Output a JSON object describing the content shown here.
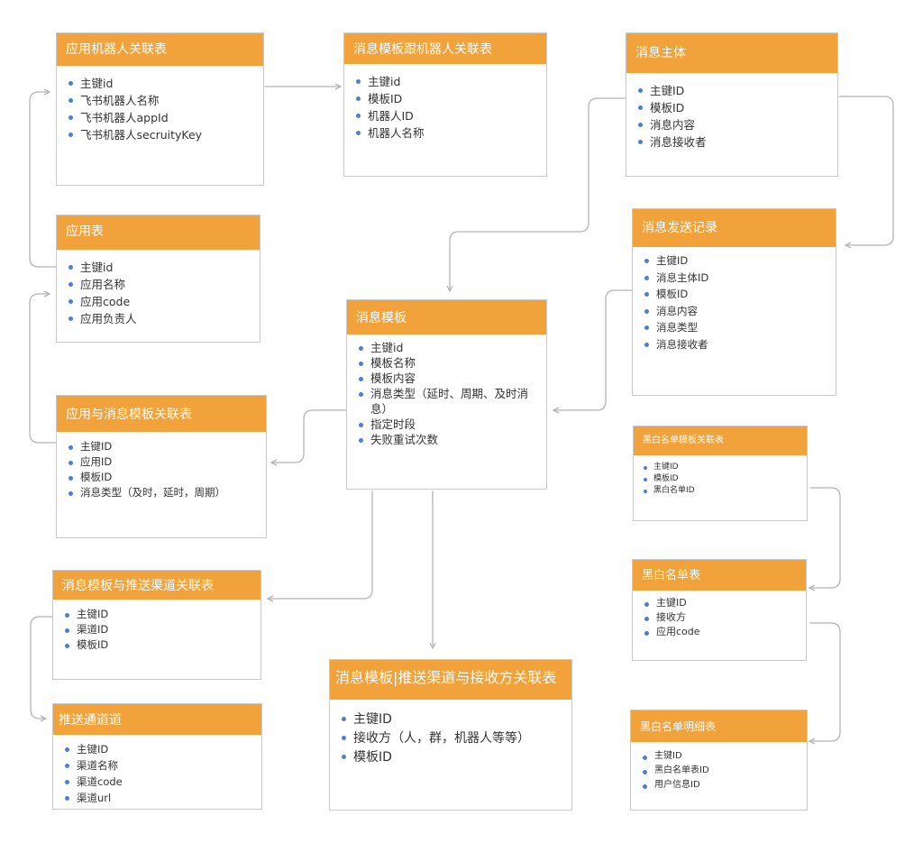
{
  "colors": {
    "header": "#f2a23a",
    "bullet": "#4a7fd4",
    "connector": "#b5b5b5"
  },
  "tables": {
    "app_robot": {
      "title": "应用机器人关联表",
      "fields": [
        "主键id",
        "飞书机器人名称",
        "飞书机器人appId",
        "飞书机器人secruityKey"
      ]
    },
    "template_robot": {
      "title": "消息模板跟机器人关联表",
      "fields": [
        "主键id",
        "模板ID",
        "机器人ID",
        "机器人名称"
      ]
    },
    "message_body": {
      "title": "消息主体",
      "fields": [
        "主键ID",
        "模板ID",
        "消息内容",
        "消息接收者"
      ]
    },
    "app": {
      "title": "应用表",
      "fields": [
        "主键id",
        "应用名称",
        "应用code",
        "应用负责人"
      ]
    },
    "send_record": {
      "title": "消息发送记录",
      "fields": [
        "主键ID",
        "消息主体ID",
        "模板ID",
        "消息内容",
        "消息类型",
        "消息接收者"
      ]
    },
    "template": {
      "title": "消息模板",
      "fields": [
        "主键id",
        "模板名称",
        "模板内容",
        "消息类型（延时、周期、及时消息）",
        "指定时段",
        "失败重试次数"
      ]
    },
    "app_template": {
      "title": "应用与消息模板关联表",
      "fields": [
        "主键ID",
        "应用ID",
        "模板ID",
        "消息类型（及时，延时，周期）"
      ]
    },
    "blacklist_template": {
      "title": "黑白名单模板关联表",
      "fields": [
        "主键ID",
        "模板ID",
        "黑白名单ID"
      ]
    },
    "template_channel": {
      "title": "消息模板与推送渠道关联表",
      "fields": [
        "主键ID",
        "渠道ID",
        "模板ID"
      ]
    },
    "blacklist": {
      "title": "黑白名单表",
      "fields": [
        "主键ID",
        "接收方",
        "应用code"
      ]
    },
    "template_channel_receiver": {
      "title": "消息模板|推送渠道与接收方关联表",
      "fields": [
        "主键ID",
        "接收方（人，群，机器人等等）",
        "模板ID"
      ]
    },
    "channel": {
      "title": "推送通道道",
      "fields": [
        "主键ID",
        "渠道名称",
        "渠道code",
        "渠道url"
      ]
    },
    "blacklist_detail": {
      "title": "黑白名单明细表",
      "fields": [
        "主键ID",
        "黑白名单表ID",
        "用户信息ID"
      ]
    }
  }
}
